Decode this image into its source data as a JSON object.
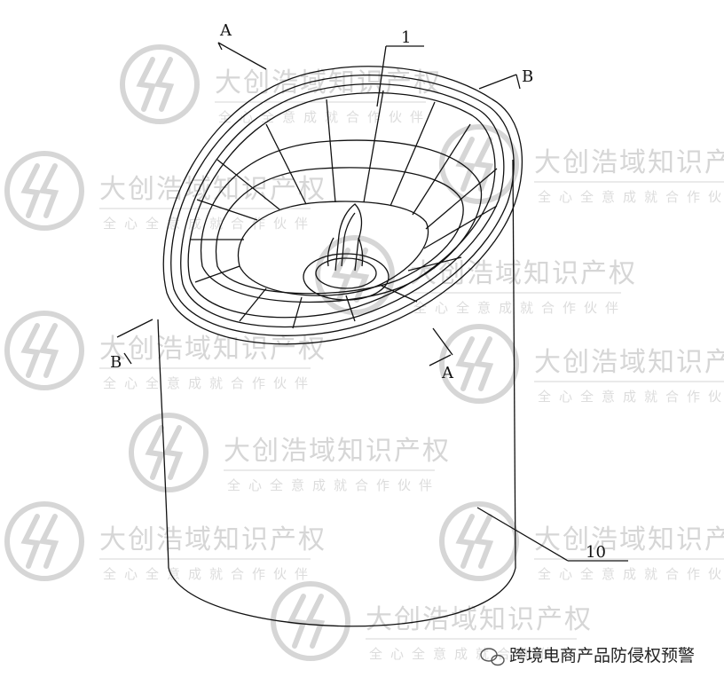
{
  "labels": {
    "view_a_top": "A",
    "view_a_bottom": "A",
    "view_b_right": "B",
    "view_b_left": "B",
    "part_1": "1",
    "part_10": "10"
  },
  "watermark": {
    "company": "大创浩域知识产权",
    "slogan": "全心全意成就合作伙伴"
  },
  "footer": {
    "account": "跨境电商产品防侵权预警"
  },
  "colors": {
    "line": "#111111",
    "watermark": "#d6d6d6"
  }
}
